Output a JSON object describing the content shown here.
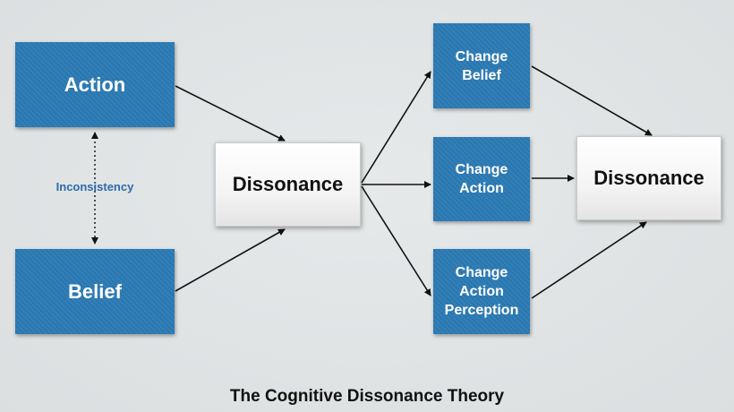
{
  "diagram": {
    "title": "The Cognitive Dissonance Theory",
    "inconsistency_label": "Inconsistency",
    "nodes": {
      "action": {
        "label": "Action"
      },
      "belief": {
        "label": "Belief"
      },
      "dissonance_left": {
        "label": "Dissonance"
      },
      "change_belief": {
        "lines": [
          "Change",
          "Belief"
        ]
      },
      "change_action": {
        "lines": [
          "Change",
          "Action"
        ]
      },
      "change_action_perception": {
        "lines": [
          "Change",
          "Action",
          "Perception"
        ]
      },
      "dissonance_right": {
        "label": "Dissonance"
      }
    },
    "edges": [
      {
        "from": "action",
        "to": "dissonance_left"
      },
      {
        "from": "belief",
        "to": "dissonance_left"
      },
      {
        "from": "dissonance_left",
        "to": "change_belief"
      },
      {
        "from": "dissonance_left",
        "to": "change_action"
      },
      {
        "from": "dissonance_left",
        "to": "change_action_perception"
      },
      {
        "from": "change_belief",
        "to": "dissonance_right"
      },
      {
        "from": "change_action",
        "to": "dissonance_right"
      },
      {
        "from": "change_action_perception",
        "to": "dissonance_right"
      },
      {
        "from": "action",
        "to": "belief",
        "style": "dotted-bidirectional"
      }
    ],
    "colors": {
      "node_blue": "#2b7ab4",
      "label_blue": "#2b6aa6",
      "node_white": "#ffffff",
      "arrow": "#111111"
    }
  }
}
